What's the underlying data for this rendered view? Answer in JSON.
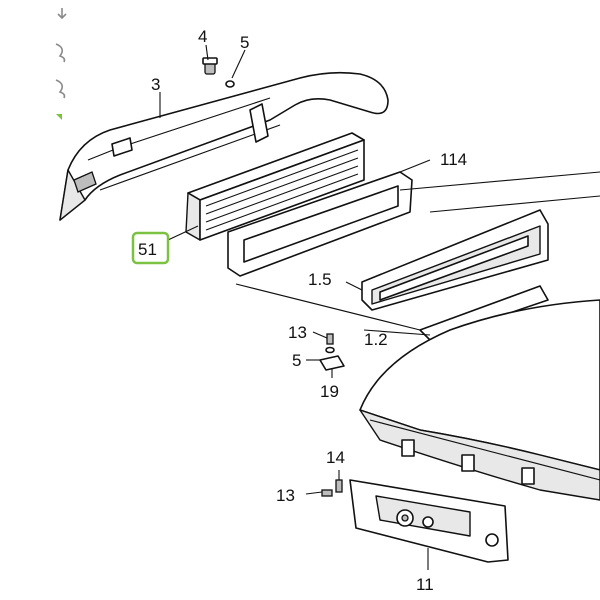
{
  "diagram": {
    "callouts": {
      "c4": "4",
      "c5_top": "5",
      "c3": "3",
      "c114": "114",
      "c51": "51",
      "c1_5": "1.5",
      "c1_2": "1.2",
      "c13_mid": "13",
      "c5_mid": "5",
      "c19": "19",
      "c14": "14",
      "c13_bottom": "13",
      "c11": "11"
    },
    "highlight_color": "#7cc242",
    "edge_icons": [
      "download-arrow-icon",
      "tool-icon",
      "tool-icon",
      "green-marker-icon"
    ]
  }
}
